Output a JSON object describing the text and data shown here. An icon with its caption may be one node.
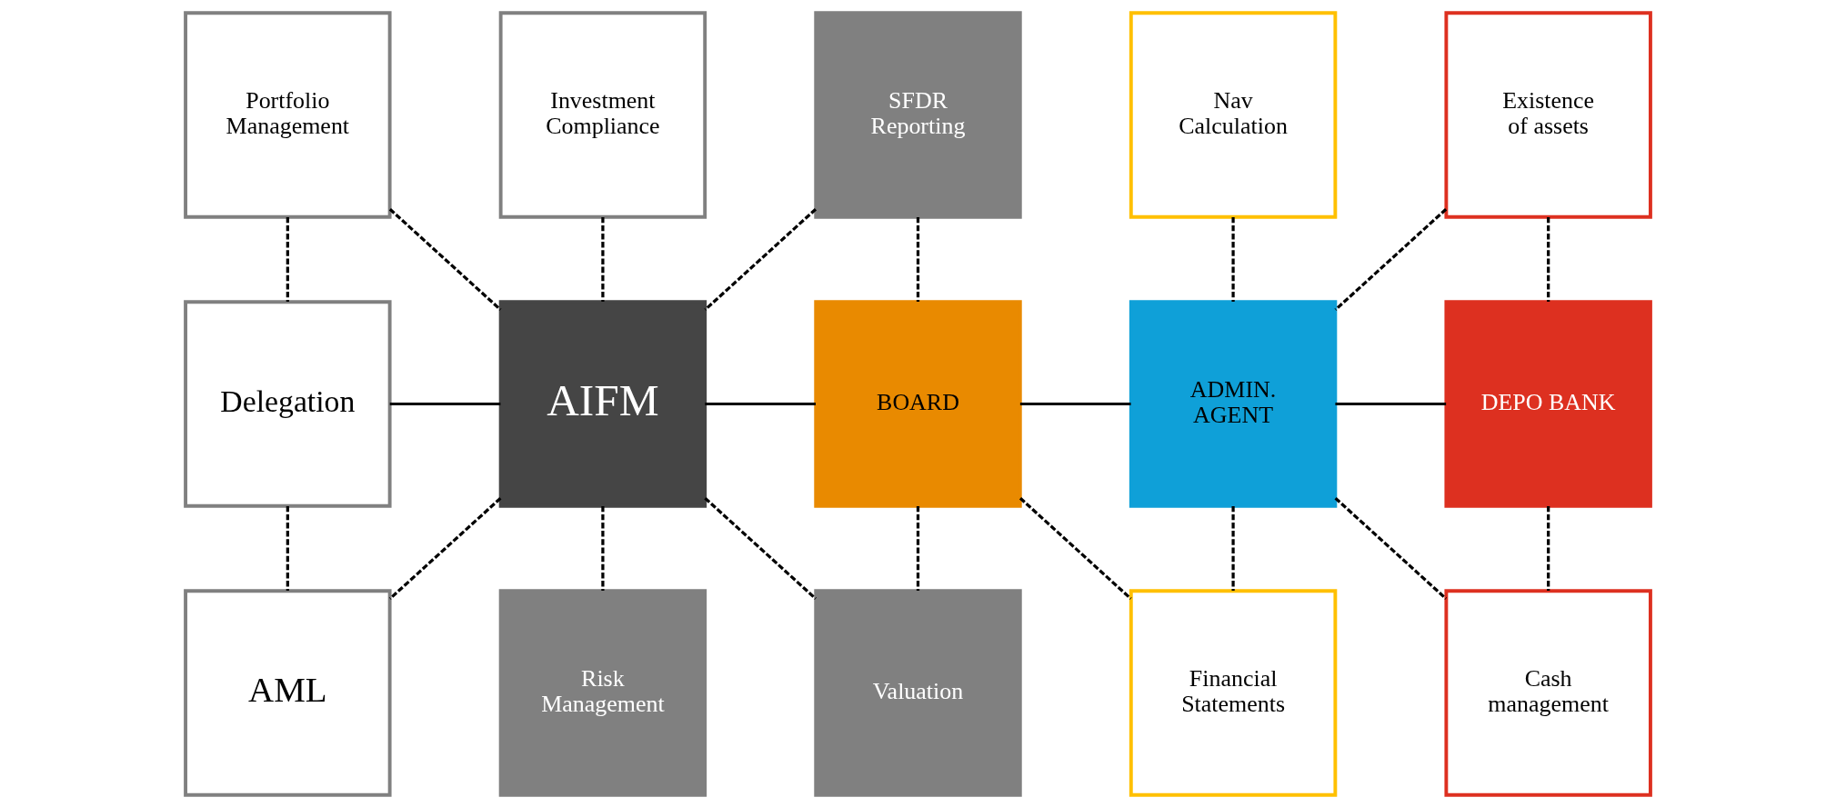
{
  "diagram": {
    "nodes": [
      {
        "text": [
          "Portfolio Management"
        ]
      },
      {
        "text": [
          "Investment Compliance"
        ]
      },
      {
        "text": [
          "SFDR Reporting"
        ]
      },
      {
        "text": [
          "Nav Calculation"
        ]
      },
      {
        "text": [
          "Existence of assets"
        ]
      },
      {
        "text": [
          "Delegation"
        ]
      },
      {
        "text": [
          "AIFM"
        ]
      },
      {
        "text": [
          "BOARD"
        ]
      },
      {
        "text": [
          "ADMIN. AGENT"
        ]
      },
      {
        "text": [
          "DEPO BANK"
        ]
      },
      {
        "text": [
          "AML"
        ]
      },
      {
        "text": [
          "Risk Management"
        ]
      },
      {
        "text": [
          "Valuation"
        ]
      },
      {
        "text": [
          "Financial Statements"
        ]
      },
      {
        "text": [
          "Cash management"
        ]
      }
    ],
    "edges": [
      {
        "from": 5,
        "to": 6,
        "arrow": "none"
      },
      {
        "from": 6,
        "to": 7,
        "arrow": "none"
      },
      {
        "from": 7,
        "to": 8,
        "arrow": "none"
      },
      {
        "from": 8,
        "to": 9,
        "arrow": "none"
      },
      {
        "from": 0,
        "to": 5,
        "arrow": "none",
        "style": "dashed"
      },
      {
        "from": 0,
        "to": 6,
        "arrow": "none",
        "style": "dashed"
      },
      {
        "from": 1,
        "to": 6,
        "arrow": "none",
        "style": "dashed"
      },
      {
        "from": 2,
        "to": 6,
        "arrow": "none",
        "style": "dashed"
      },
      {
        "from": 2,
        "to": 7,
        "arrow": "none",
        "style": "dashed"
      },
      {
        "from": 3,
        "to": 8,
        "arrow": "none",
        "style": "dashed"
      },
      {
        "from": 4,
        "to": 8,
        "arrow": "none",
        "style": "dashed"
      },
      {
        "from": 4,
        "to": 9,
        "arrow": "none",
        "style": "dashed"
      },
      {
        "from": 5,
        "to": 10,
        "arrow": "none",
        "style": "dashed"
      },
      {
        "from": 6,
        "to": 10,
        "arrow": "none",
        "style": "dashed"
      },
      {
        "from": 6,
        "to": 11,
        "arrow": "none",
        "style": "dashed"
      },
      {
        "from": 6,
        "to": 12,
        "arrow": "none",
        "style": "dashed"
      },
      {
        "from": 7,
        "to": 12,
        "arrow": "none",
        "style": "dashed"
      },
      {
        "from": 7,
        "to": 13,
        "arrow": "none",
        "style": "dashed"
      },
      {
        "from": 8,
        "to": 13,
        "arrow": "none",
        "style": "dashed"
      },
      {
        "from": 8,
        "to": 14,
        "arrow": "none",
        "style": "dashed"
      },
      {
        "from": 9,
        "to": 14,
        "arrow": "none",
        "style": "dashed"
      }
    ]
  }
}
